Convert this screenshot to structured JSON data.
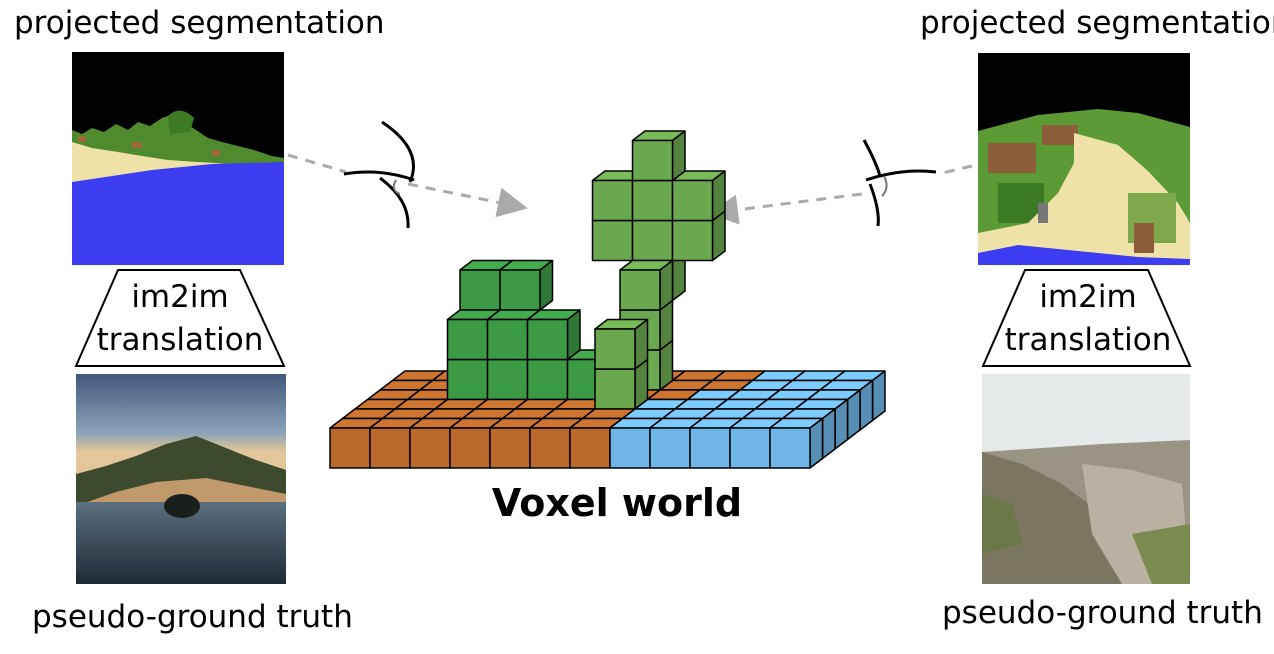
{
  "left": {
    "top_caption": "projected segmentation",
    "translation_line1": "im2im",
    "translation_line2": "translation",
    "bottom_caption": "pseudo-ground truth"
  },
  "right": {
    "top_caption": "projected segmentation",
    "translation_line1": "im2im",
    "translation_line2": "translation",
    "bottom_caption": "pseudo-ground truth"
  },
  "center": {
    "title": "Voxel world"
  },
  "colors": {
    "grass": "#6aa84f",
    "tree": "#3c9a45",
    "dirt": "#b8692b",
    "water": "#6fb6e8",
    "sand": "#f2e3a6",
    "seg_water": "#3c3cf0",
    "seg_sky": "#000000",
    "arrow": "#aaaaaa"
  },
  "icons": [
    "eye-icon",
    "dashed-arrow"
  ]
}
